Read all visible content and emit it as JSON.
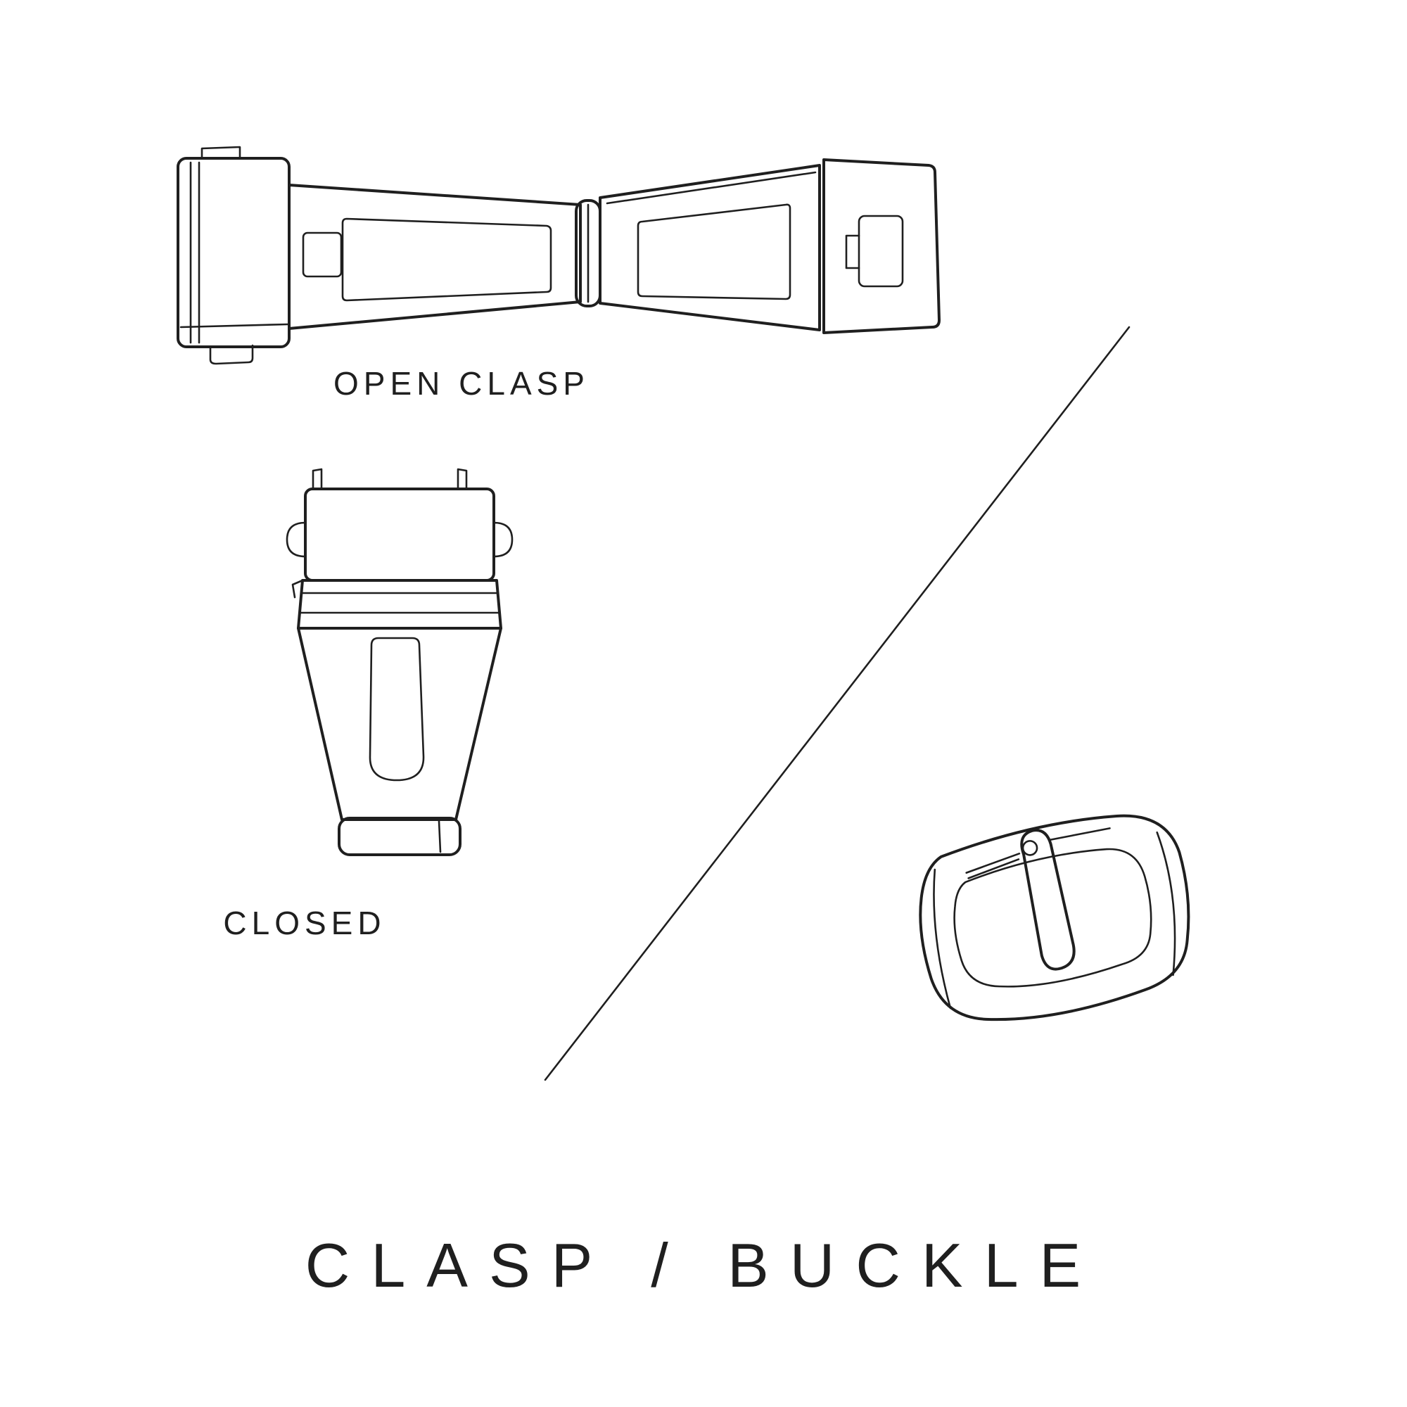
{
  "page": {
    "background_color": "#ffffff",
    "ink_color": "#1f1f1f"
  },
  "labels": {
    "open_clasp": "OPEN CLASP",
    "closed": "CLOSED",
    "title": "CLASP / BUCKLE"
  },
  "illustrations": [
    {
      "name": "open-clasp-drawing",
      "description": "deployant clasp shown unfolded/open"
    },
    {
      "name": "closed-clasp-drawing",
      "description": "deployant clasp shown folded/closed"
    },
    {
      "name": "tang-buckle-drawing",
      "description": "pin buckle with tongue"
    }
  ]
}
